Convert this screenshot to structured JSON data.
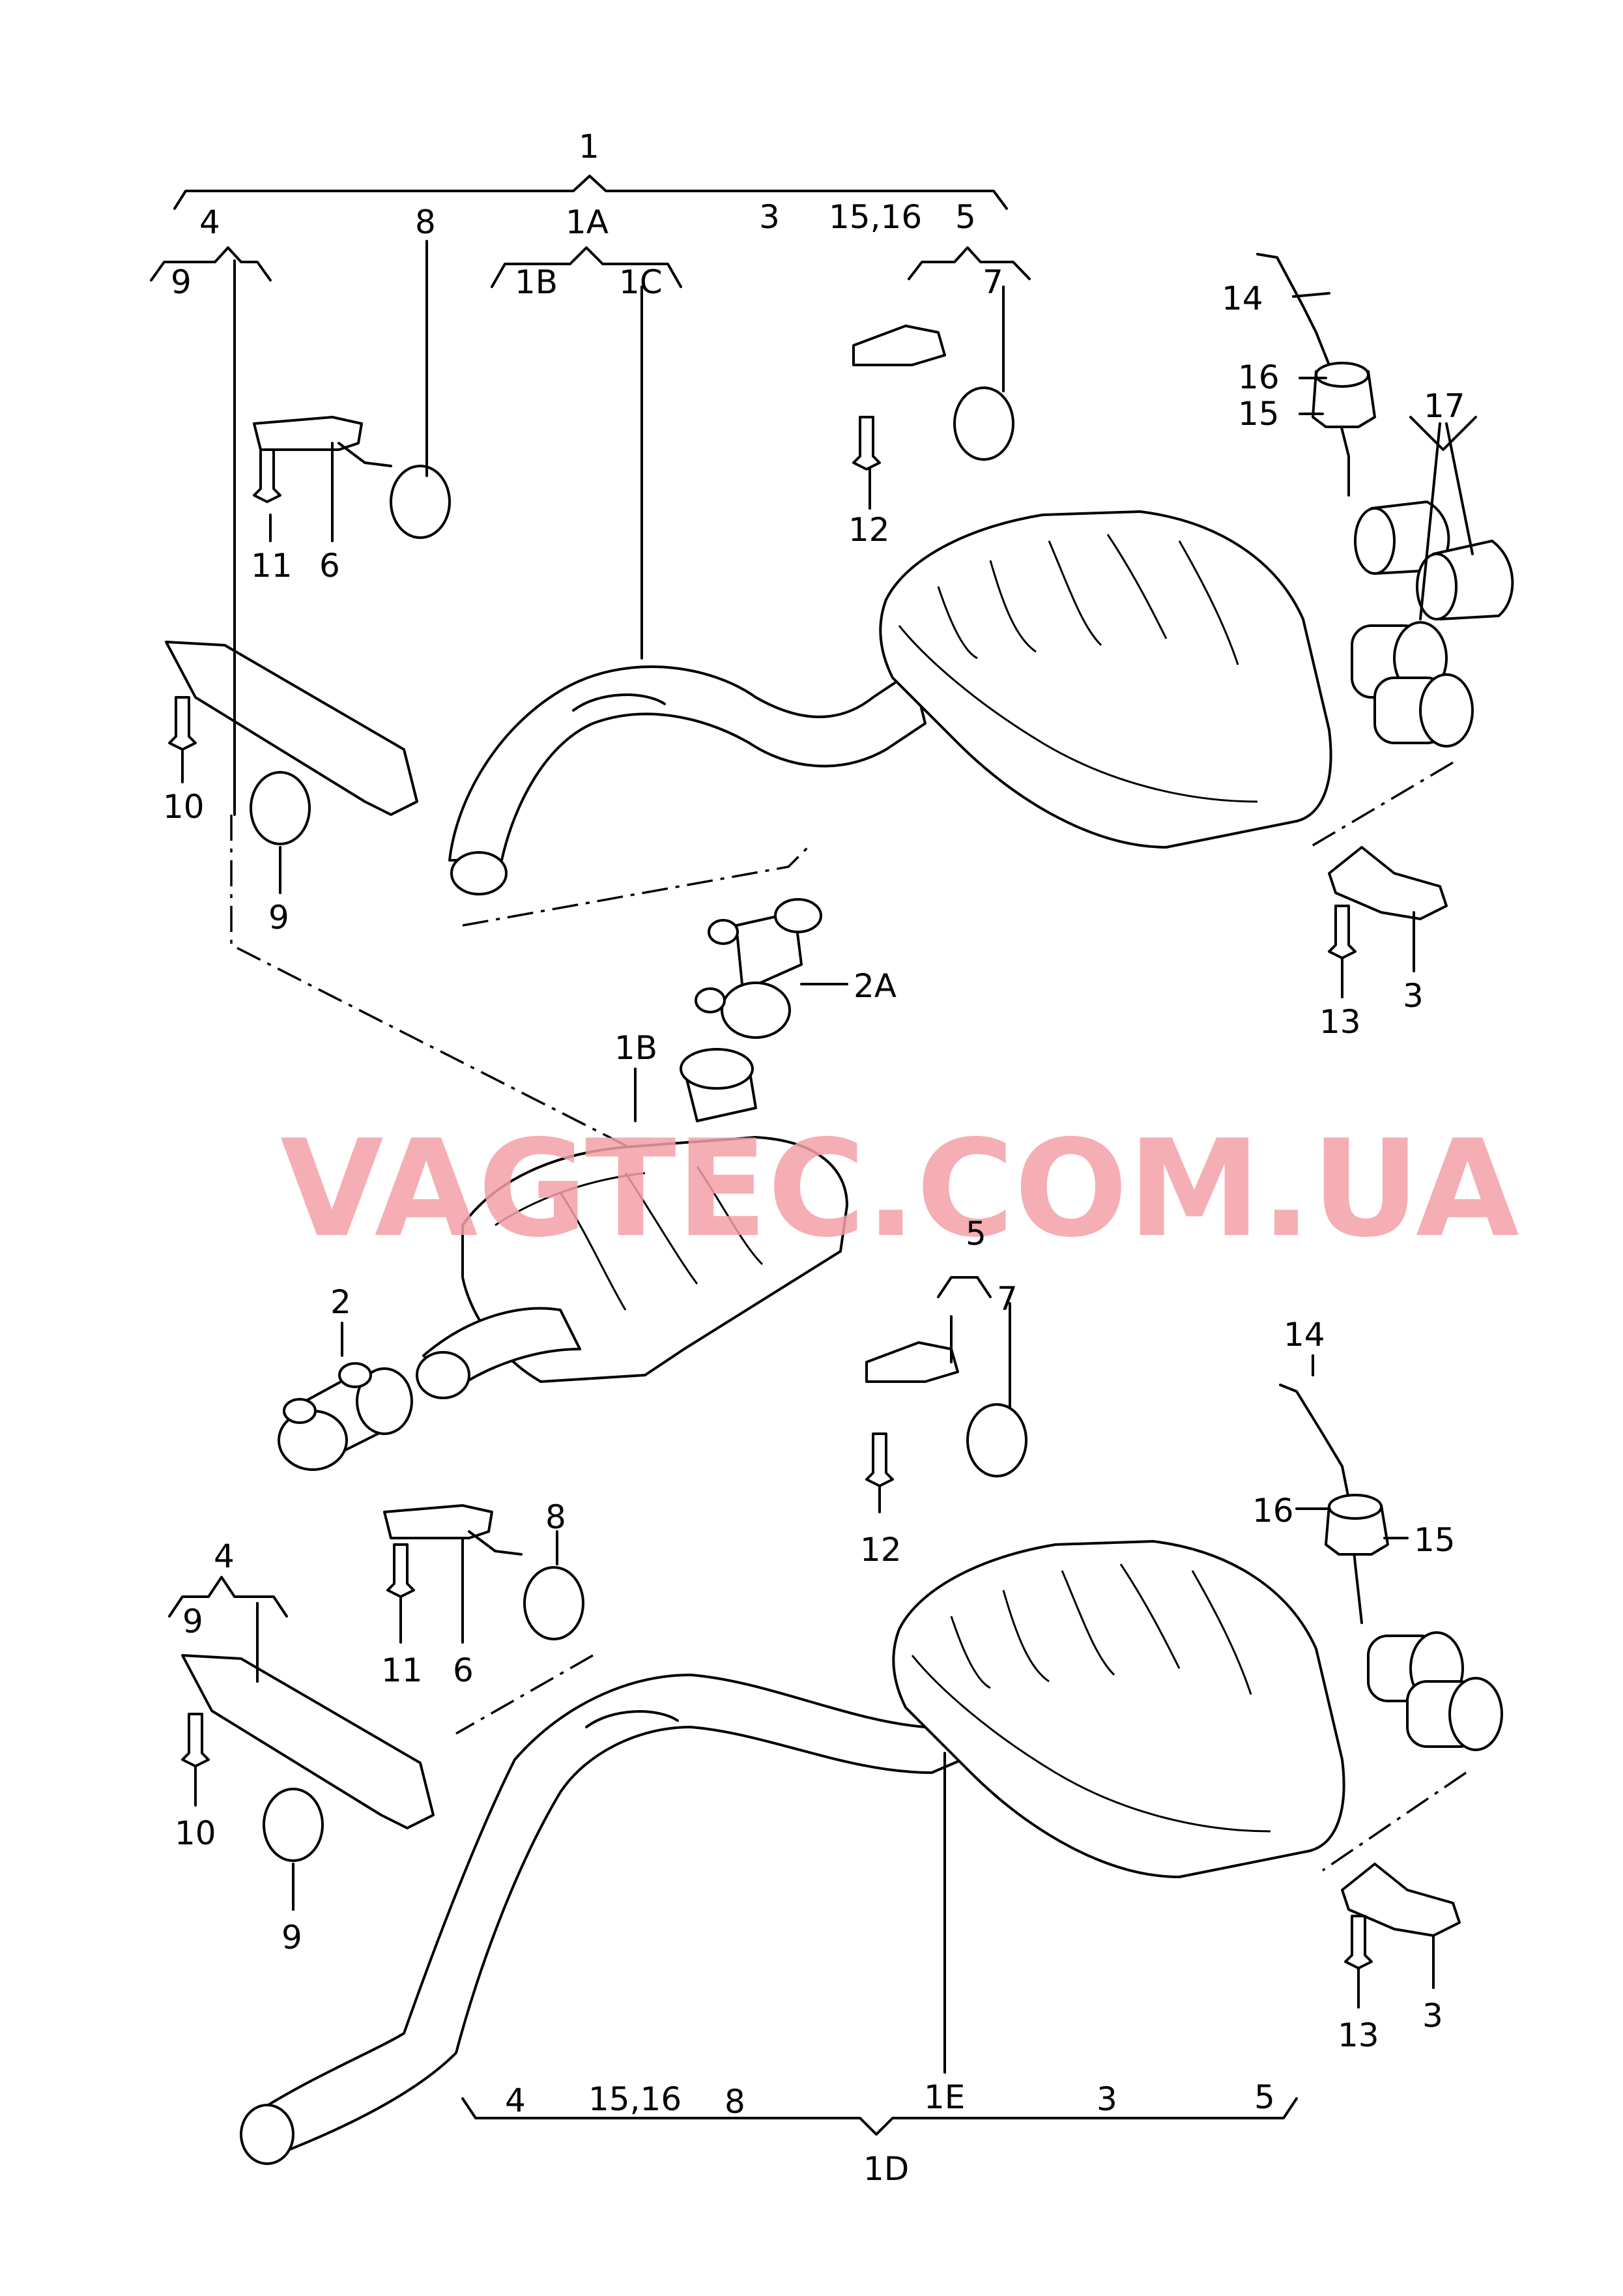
{
  "labels": {
    "top_1": "1",
    "top_4": "4",
    "top_9": "9",
    "top_8": "8",
    "top_1a": "1A",
    "top_1b": "1B",
    "top_1c": "1C",
    "top_3": "3",
    "top_15_16": "15,16",
    "top_5": "5",
    "top_7": "7",
    "top_14": "14",
    "top_16": "16",
    "top_15": "15",
    "top_17": "17",
    "top_12": "12",
    "top_11": "11",
    "top_6": "6",
    "top_10": "10",
    "top_9b": "9",
    "top_13": "13",
    "top_3b": "3",
    "mid_2a": "2A",
    "mid_1b": "1B",
    "mid_2": "2",
    "bot_5": "5",
    "bot_7": "7",
    "bot_14": "14",
    "bot_16": "16",
    "bot_15": "15",
    "bot_12": "12",
    "bot_8": "8",
    "bot_4": "4",
    "bot_9": "9",
    "bot_11": "11",
    "bot_6": "6",
    "bot_10": "10",
    "bot_9b": "9",
    "bot_13": "13",
    "bot_3": "3",
    "foot_4": "4",
    "foot_15_16": "15,16",
    "foot_8": "8",
    "foot_1e": "1E",
    "foot_3": "3",
    "foot_5": "5",
    "foot_1d": "1D"
  },
  "watermark": "VAGTEC.COM.UA"
}
